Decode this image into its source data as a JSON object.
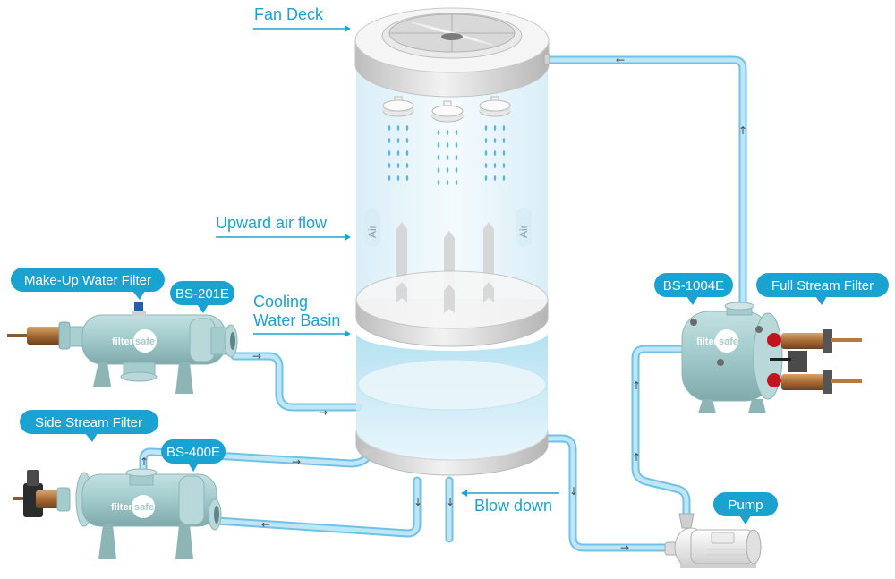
{
  "title": "Cooling tower filtration diagram",
  "colors": {
    "accent": "#1aa3d1",
    "callout": "#1aa3d1",
    "pipe": "#a9dcf2",
    "pipe_edge": "#6fc1e6",
    "filter_body": "#a7cfd0",
    "tower_glass": "#e6f4fb",
    "tower_white": "#eeeeee"
  },
  "labels": {
    "fan_deck": "Fan Deck",
    "upward_air_flow": "Upward air flow",
    "cooling_water_basin_line1": "Cooling",
    "cooling_water_basin_line2": "Water Basin",
    "blow_down": "Blow down"
  },
  "air_tags": [
    "Air",
    "Air"
  ],
  "callouts": {
    "make_up_filter": "Make-Up Water Filter",
    "bs201e": "BS-201E",
    "side_stream_filter": "Side Stream Filter",
    "bs400e": "BS-400E",
    "bs1004e": "BS-1004E",
    "full_stream_filter": "Full Stream Filter",
    "pump": "Pump"
  },
  "brand": {
    "part1": "filter",
    "part2": "safe"
  },
  "flow_arrows": {
    "right": "→",
    "left": "←",
    "up": "↑",
    "down": "↓"
  }
}
